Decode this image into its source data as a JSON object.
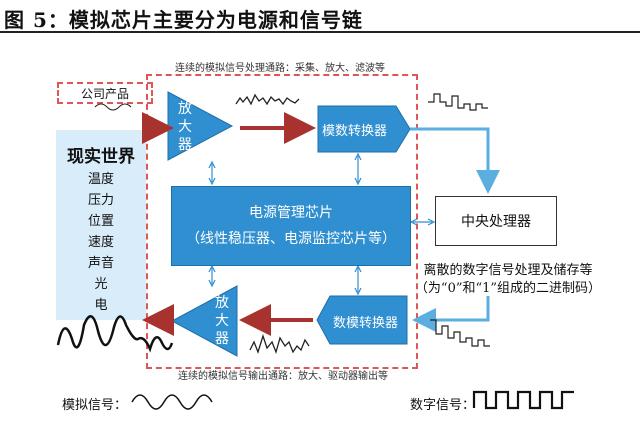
{
  "title": "图 5：模拟芯片主要分为电源和信号链",
  "captions": {
    "top": "连续的模拟信号处理通路：采集、放大、滤波等",
    "bottom": "连续的模拟信号输出通路：放大、驱动器输出等"
  },
  "company_product": "公司产品",
  "real_world": {
    "title": "现实世界",
    "items": [
      "温度",
      "压力",
      "位置",
      "速度",
      "声音",
      "光",
      "电"
    ]
  },
  "amplifier_top": [
    "放",
    "大",
    "器"
  ],
  "amplifier_bottom": [
    "放",
    "大",
    "器"
  ],
  "adc": "模数转换器",
  "dac": "数模转换器",
  "power_chip": {
    "line1": "电源管理芯片",
    "line2": "（线性稳压器、电源监控芯片等）"
  },
  "cpu": "中央处理器",
  "digital_note": {
    "line1": "离散的数字信号处理及储存等",
    "line2": "（为“0”和“1”组成的二进制码）"
  },
  "legend": {
    "analog": "模拟信号：",
    "digital": "数字信号："
  },
  "colors": {
    "blue_box": "#2f8fd0",
    "dashed_red": "#e05555",
    "dark_red_arrow": "#a8322d",
    "light_blue_arrow": "#5aaee0",
    "real_world_bg": "#d8ecfa"
  }
}
